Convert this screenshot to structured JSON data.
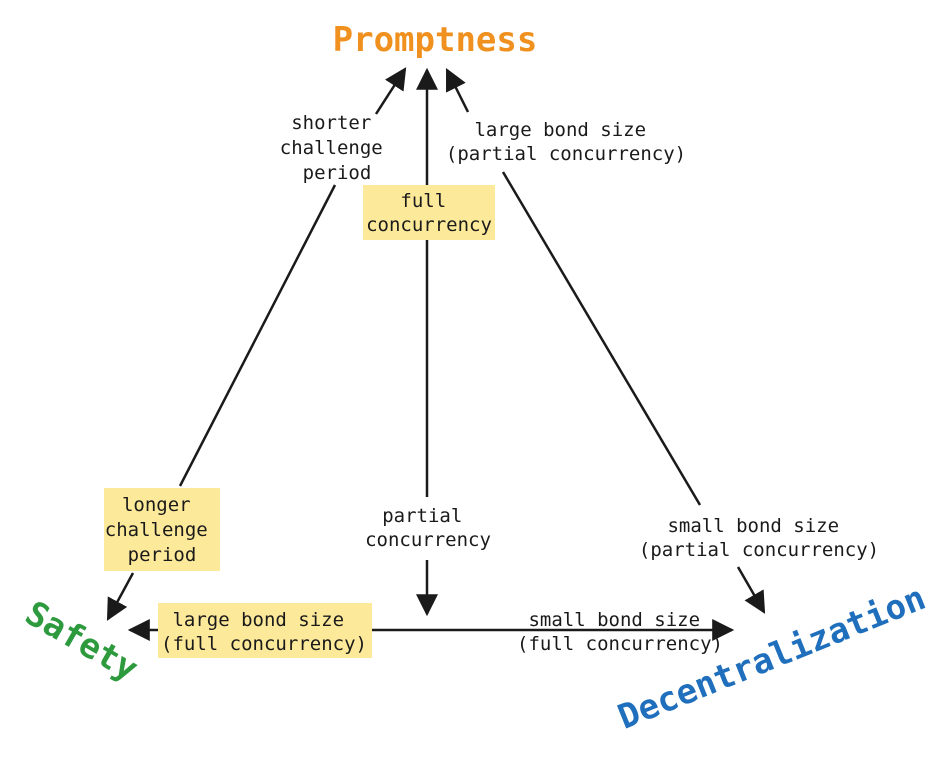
{
  "vertices": {
    "top": {
      "label": "Promptness",
      "color": "#f0901e"
    },
    "left": {
      "label": "Safety",
      "color": "#2e9a3e"
    },
    "right": {
      "label": "Decentralization",
      "color": "#1f6fbd"
    }
  },
  "colors": {
    "highlight": "#fde99a",
    "arrow": "#1a1a1a",
    "text": "#1a1a1a"
  },
  "labels": {
    "shorter_challenge": [
      "shorter",
      "challenge",
      "period"
    ],
    "longer_challenge": [
      "longer",
      "challenge",
      "period"
    ],
    "full_concurrency": [
      "full",
      "concurrency"
    ],
    "partial_concurrency": [
      "partial",
      "concurrency"
    ],
    "large_bond_partial": [
      "large bond size",
      "(partial concurrency)"
    ],
    "small_bond_partial": [
      "small bond size",
      "(partial concurrency)"
    ],
    "large_bond_full": [
      "large bond size",
      "(full concurrency)"
    ],
    "small_bond_full": [
      "small bond size",
      "(full concurrency)"
    ]
  }
}
